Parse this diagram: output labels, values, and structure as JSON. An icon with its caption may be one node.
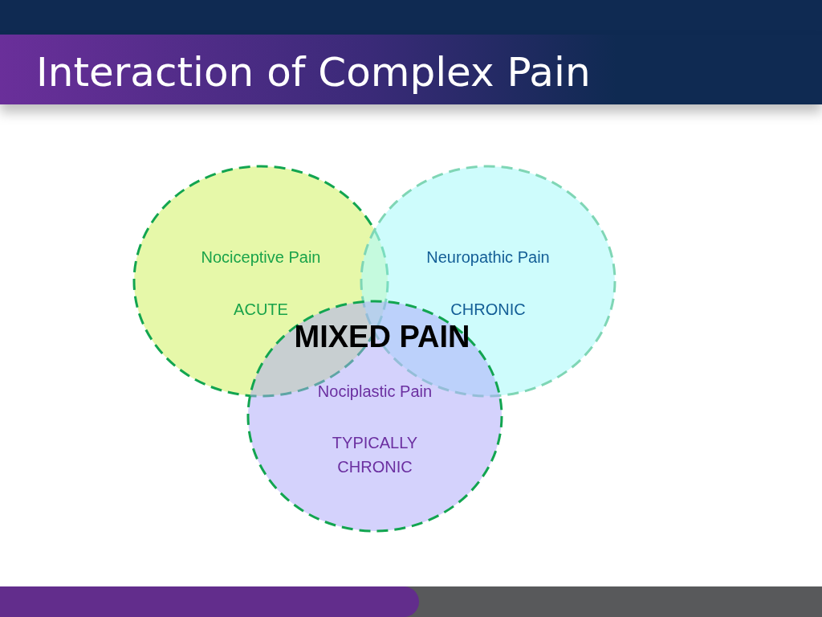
{
  "diagram": {
    "title": "Interaction of Complex Pain",
    "nodes": [
      {
        "text": [
          "Nociceptive Pain",
          "ACUTE"
        ]
      },
      {
        "text": [
          "Neuropathic Pain",
          "CHRONIC"
        ]
      },
      {
        "text": [
          "Nociplastic Pain",
          "TYPICALLY CHRONIC"
        ]
      }
    ],
    "edges": [],
    "labels": [
      "MIXED PAIN"
    ]
  }
}
